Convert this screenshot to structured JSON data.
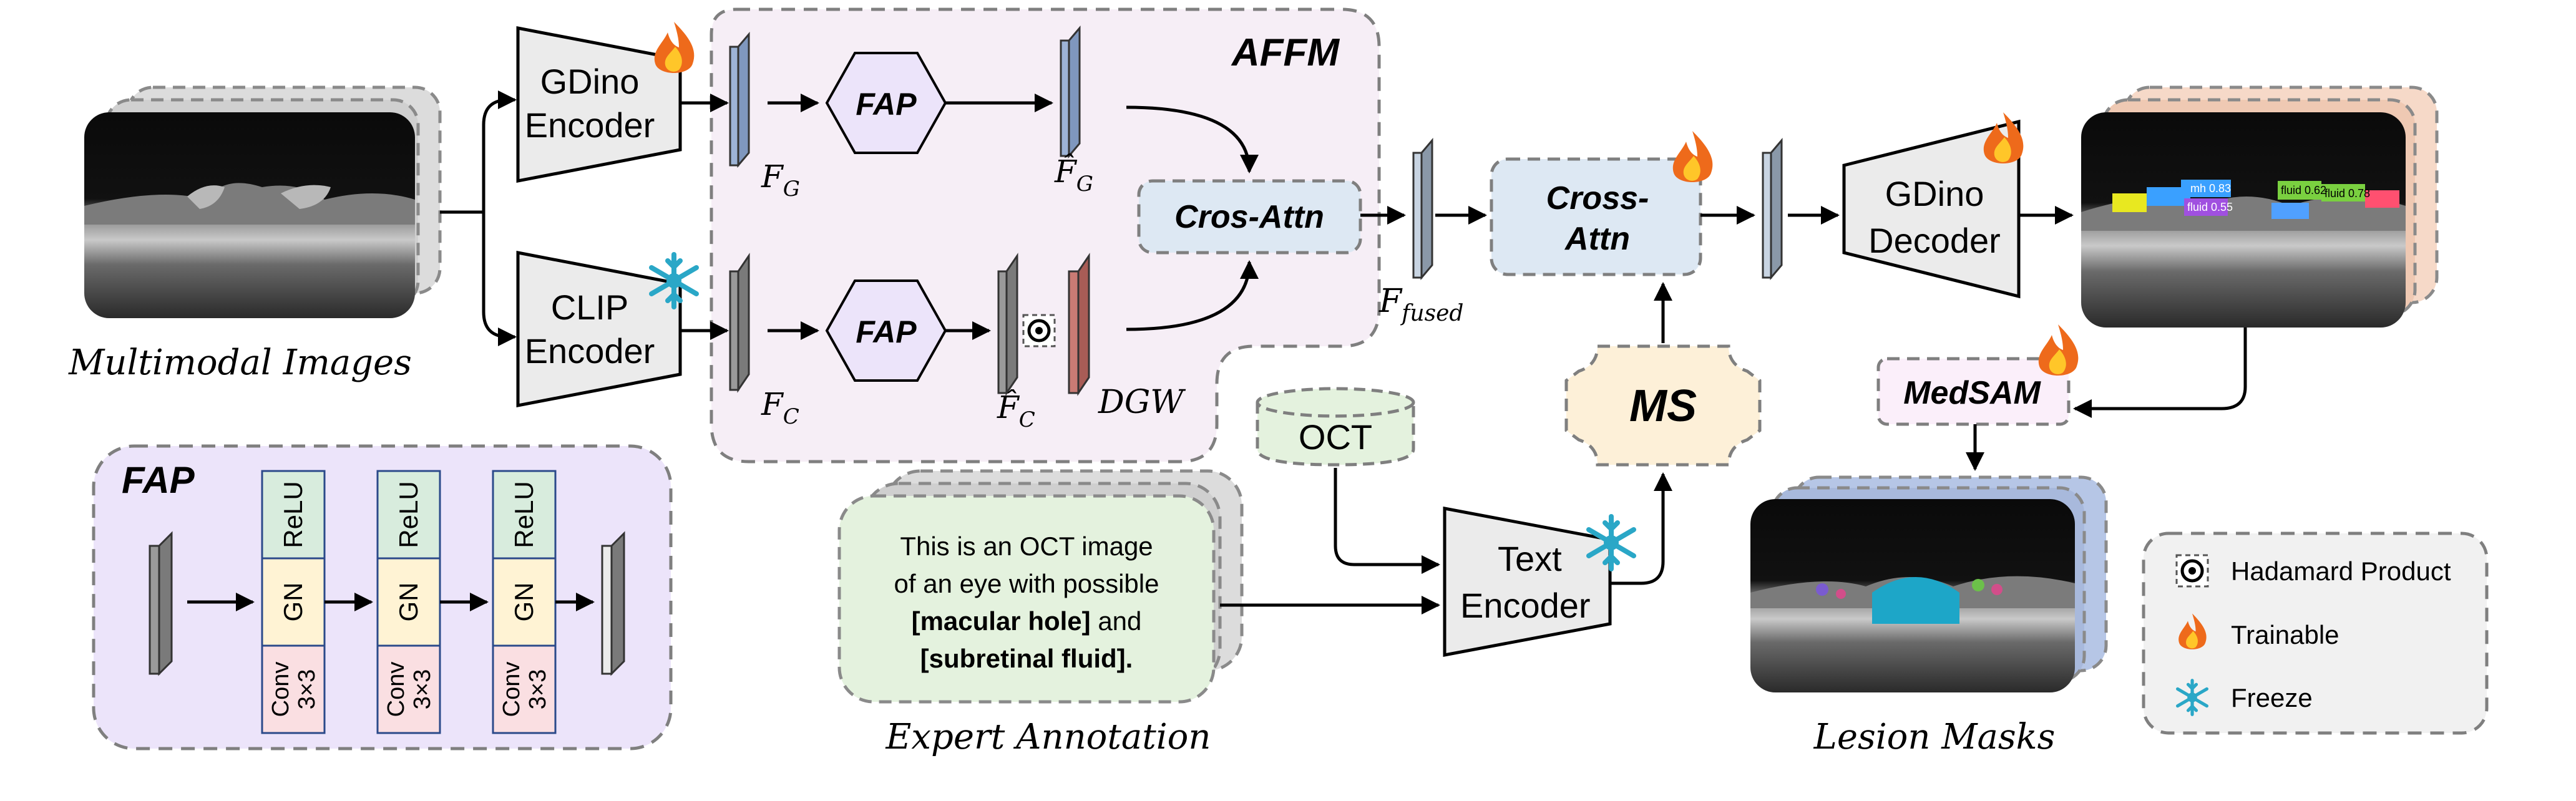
{
  "colors": {
    "affm_fill": "#f6eef6",
    "fap_fill": "#ece4fa",
    "attn_fill": "#dde8f3",
    "feature_blue": "#9db3d6",
    "feature_gray": "#9a9a9a",
    "feature_red": "#c97b74",
    "encoder_fill": "#ebebeb",
    "ms_fill": "#fdf0d8",
    "medsam_fill": "#fbeffa",
    "text_fill": "#e4f2de",
    "oct_fill": "#e4f2de",
    "relu_fill": "#d8ecdd",
    "gn_fill": "#fff3d4",
    "conv_fill": "#fadfe2",
    "dashed_stroke": "#7f7f7f"
  },
  "inputs": {
    "caption": "Multimodal Images"
  },
  "encoders": {
    "gdino": {
      "line1": "GDino",
      "line2": "Encoder",
      "status_icon": "flame-icon"
    },
    "clip": {
      "line1": "CLIP",
      "line2": "Encoder",
      "status_icon": "snowflake-icon"
    },
    "text": {
      "line1": "Text",
      "line2": "Encoder",
      "status_icon": "snowflake-icon"
    }
  },
  "affm": {
    "title": "AFFM",
    "fap_label": "FAP",
    "cross_attn": "Cros-Attn",
    "dgw": "DGW",
    "hadamard_symbol": "⊙",
    "f_g": {
      "base": "F",
      "sub": "G"
    },
    "f_g_hat": {
      "base": "F̂",
      "sub": "G"
    },
    "f_c": {
      "base": "F",
      "sub": "C"
    },
    "f_c_hat": {
      "base": "F̂",
      "sub": "C"
    }
  },
  "fused": {
    "base": "F",
    "sub": "fused"
  },
  "cross_attention": {
    "line1": "Cross-",
    "line2": "Attn",
    "status_icon": "flame-icon"
  },
  "ms": {
    "label": "MS"
  },
  "decoder": {
    "line1": "GDino",
    "line2": "Decoder",
    "status_icon": "flame-icon"
  },
  "medsam": {
    "label": "MedSAM",
    "status_icon": "flame-icon"
  },
  "outputs": {
    "caption": "Lesion Masks"
  },
  "oct": {
    "label": "OCT"
  },
  "annotation": {
    "line1": "This is an OCT image",
    "line2": "of an eye with possible",
    "line3_bold": "[macular hole]",
    "line3_rest": " and",
    "line4": "[subretinal fluid].",
    "caption": "Expert Annotation"
  },
  "fap_detail": {
    "title": "FAP",
    "relu": "ReLU",
    "gn": "GN",
    "conv_line1": "Conv",
    "conv_line2": "3×3"
  },
  "detections": [
    "mh 0.83",
    "fluid 0.78",
    "fluid 0.55",
    "fluid 0.62"
  ],
  "legend": {
    "hadamard": "Hadamard Product",
    "trainable": "Trainable",
    "freeze": "Freeze"
  }
}
